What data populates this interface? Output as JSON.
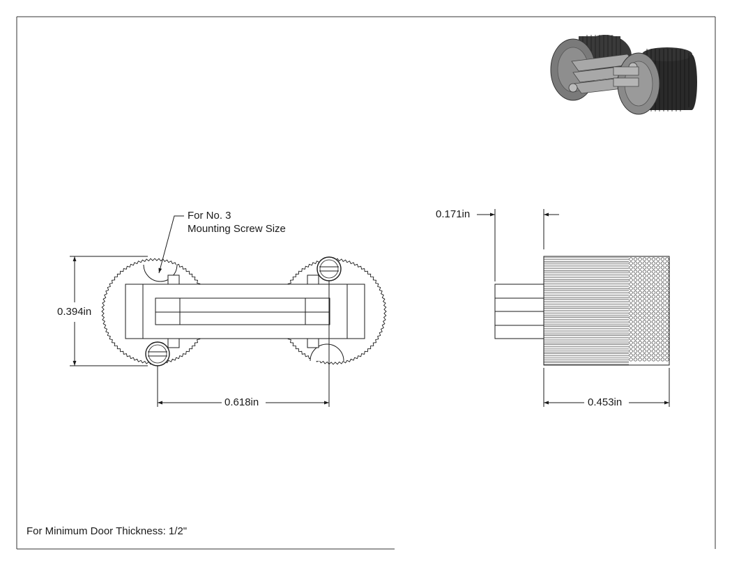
{
  "drawing": {
    "notes": {
      "screw_line1": "For No. 3",
      "screw_line2": "Mounting Screw Size",
      "door_thickness": "For Minimum Door Thickness: 1/2\""
    },
    "dimensions": {
      "height": "0.394in",
      "center_spacing": "0.618in",
      "offset": "0.171in",
      "barrel_length": "0.453in"
    },
    "colors": {
      "line": "#1a1a1a",
      "iso_body": "#6f6f6f",
      "iso_dark": "#2b2b2b"
    }
  }
}
